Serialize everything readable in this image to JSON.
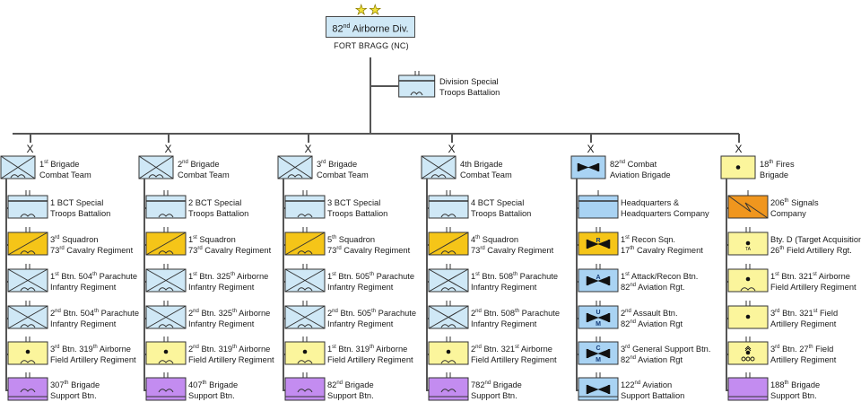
{
  "division": {
    "stars": "★★",
    "name_pre": "82",
    "name_sup": "nd",
    "name_post": " Airborne Div.",
    "location": "FORT BRAGG (NC)",
    "special_troops": {
      "line1": "Division Special",
      "line2": "Troops Battalion"
    }
  },
  "colors": {
    "infantry_blue": "#cfe8f6",
    "armor_yellow": "#f5c518",
    "artillery_yellow": "#fbf59c",
    "support_purple": "#c38cf0",
    "aviation_blue": "#a9d3f3",
    "signal_orange": "#f0961e",
    "line_gray": "#555555"
  },
  "echelon_brigade": "X",
  "columns": [
    {
      "brigade": {
        "type": "inf-airborne",
        "l1": [
          [
            "1",
            "st"
          ],
          [
            " Brigade",
            ""
          ]
        ],
        "l2": [
          [
            "Combat Team",
            ""
          ]
        ]
      },
      "units": [
        {
          "type": "stb",
          "l1": [
            [
              "1 BCT Special",
              ""
            ]
          ],
          "l2": [
            [
              "Troops Battalion",
              ""
            ]
          ]
        },
        {
          "type": "cav",
          "l1": [
            [
              "3",
              "rd"
            ],
            [
              " Squadron",
              ""
            ]
          ],
          "l2": [
            [
              "73",
              "rd"
            ],
            [
              " Cavalry Regiment",
              ""
            ]
          ]
        },
        {
          "type": "inf",
          "l1": [
            [
              "1",
              "st"
            ],
            [
              " Btn. 504",
              "th"
            ],
            [
              " Parachute",
              ""
            ]
          ],
          "l2": [
            [
              "Infantry Regiment",
              ""
            ]
          ]
        },
        {
          "type": "inf",
          "l1": [
            [
              "2",
              "nd"
            ],
            [
              " Btn. 504",
              "th"
            ],
            [
              " Parachute",
              ""
            ]
          ],
          "l2": [
            [
              "Infantry Regiment",
              ""
            ]
          ]
        },
        {
          "type": "fa",
          "l1": [
            [
              "3",
              "rd"
            ],
            [
              " Btn. 319",
              "th"
            ],
            [
              " Airborne",
              ""
            ]
          ],
          "l2": [
            [
              "Field Artillery Regiment",
              ""
            ]
          ]
        },
        {
          "type": "bsb",
          "l1": [
            [
              "307",
              "th"
            ],
            [
              " Brigade",
              ""
            ]
          ],
          "l2": [
            [
              "Support Btn.",
              ""
            ]
          ]
        }
      ]
    },
    {
      "brigade": {
        "type": "inf-airborne",
        "l1": [
          [
            "2",
            "nd"
          ],
          [
            " Brigade",
            ""
          ]
        ],
        "l2": [
          [
            "Combat Team",
            ""
          ]
        ]
      },
      "units": [
        {
          "type": "stb",
          "l1": [
            [
              "2 BCT Special",
              ""
            ]
          ],
          "l2": [
            [
              "Troops Battalion",
              ""
            ]
          ]
        },
        {
          "type": "cav",
          "l1": [
            [
              "1",
              "st"
            ],
            [
              " Squadron",
              ""
            ]
          ],
          "l2": [
            [
              "73",
              "rd"
            ],
            [
              " Cavalry Regiment",
              ""
            ]
          ]
        },
        {
          "type": "inf",
          "l1": [
            [
              "1",
              "st"
            ],
            [
              " Btn. 325",
              "th"
            ],
            [
              " Airborne",
              ""
            ]
          ],
          "l2": [
            [
              "Infantry Regiment",
              ""
            ]
          ]
        },
        {
          "type": "inf",
          "l1": [
            [
              "2",
              "nd"
            ],
            [
              " Btn. 325",
              "th"
            ],
            [
              " Airborne",
              ""
            ]
          ],
          "l2": [
            [
              "Infantry Regiment",
              ""
            ]
          ]
        },
        {
          "type": "fa",
          "l1": [
            [
              "2",
              "nd"
            ],
            [
              " Btn. 319",
              "th"
            ],
            [
              " Airborne",
              ""
            ]
          ],
          "l2": [
            [
              "Field Artillery Regiment",
              ""
            ]
          ]
        },
        {
          "type": "bsb",
          "l1": [
            [
              "407",
              "th"
            ],
            [
              " Brigade",
              ""
            ]
          ],
          "l2": [
            [
              "Support Btn.",
              ""
            ]
          ]
        }
      ]
    },
    {
      "brigade": {
        "type": "inf-airborne",
        "l1": [
          [
            "3",
            "rd"
          ],
          [
            " Brigade",
            ""
          ]
        ],
        "l2": [
          [
            "Combat Team",
            ""
          ]
        ]
      },
      "units": [
        {
          "type": "stb",
          "l1": [
            [
              "3 BCT Special",
              ""
            ]
          ],
          "l2": [
            [
              "Troops Battalion",
              ""
            ]
          ]
        },
        {
          "type": "cav",
          "l1": [
            [
              "5",
              "th"
            ],
            [
              " Squadron",
              ""
            ]
          ],
          "l2": [
            [
              "73",
              "rd"
            ],
            [
              " Cavalry Regiment",
              ""
            ]
          ]
        },
        {
          "type": "inf",
          "l1": [
            [
              "1",
              "st"
            ],
            [
              " Btn. 505",
              "th"
            ],
            [
              " Parachute",
              ""
            ]
          ],
          "l2": [
            [
              "Infantry Regiment",
              ""
            ]
          ]
        },
        {
          "type": "inf",
          "l1": [
            [
              "2",
              "nd"
            ],
            [
              " Btn. 505",
              "th"
            ],
            [
              " Parachute",
              ""
            ]
          ],
          "l2": [
            [
              "Infantry Regiment",
              ""
            ]
          ]
        },
        {
          "type": "fa",
          "l1": [
            [
              "1",
              "st"
            ],
            [
              " Btn. 319",
              "th"
            ],
            [
              " Airborne",
              ""
            ]
          ],
          "l2": [
            [
              "Field Artillery Regiment",
              ""
            ]
          ]
        },
        {
          "type": "bsb",
          "l1": [
            [
              "82",
              "nd"
            ],
            [
              " Brigade",
              ""
            ]
          ],
          "l2": [
            [
              "Support Btn.",
              ""
            ]
          ]
        }
      ]
    },
    {
      "brigade": {
        "type": "inf-airborne",
        "l1": [
          [
            "4th Brigade",
            ""
          ]
        ],
        "l2": [
          [
            "Combat Team",
            ""
          ]
        ]
      },
      "units": [
        {
          "type": "stb",
          "l1": [
            [
              "4 BCT Special",
              ""
            ]
          ],
          "l2": [
            [
              "Troops Battalion",
              ""
            ]
          ]
        },
        {
          "type": "cav",
          "l1": [
            [
              "4",
              "th"
            ],
            [
              " Squadron",
              ""
            ]
          ],
          "l2": [
            [
              "73",
              "rd"
            ],
            [
              " Cavalry Regiment",
              ""
            ]
          ]
        },
        {
          "type": "inf",
          "l1": [
            [
              "1",
              "st"
            ],
            [
              " Btn. 508",
              "th"
            ],
            [
              " Parachute",
              ""
            ]
          ],
          "l2": [
            [
              "Infantry Regiment",
              ""
            ]
          ]
        },
        {
          "type": "inf",
          "l1": [
            [
              "2",
              "nd"
            ],
            [
              " Btn. 508",
              "th"
            ],
            [
              " Parachute",
              ""
            ]
          ],
          "l2": [
            [
              "Infantry Regiment",
              ""
            ]
          ]
        },
        {
          "type": "fa",
          "l1": [
            [
              "2",
              "nd"
            ],
            [
              " Btn. 321",
              "st"
            ],
            [
              " Airborne",
              ""
            ]
          ],
          "l2": [
            [
              "Field Artillery Regiment",
              ""
            ]
          ]
        },
        {
          "type": "bsb",
          "l1": [
            [
              "782",
              "nd"
            ],
            [
              " Brigade",
              ""
            ]
          ],
          "l2": [
            [
              "Support Btn.",
              ""
            ]
          ]
        }
      ]
    },
    {
      "brigade": {
        "type": "avn",
        "l1": [
          [
            "82",
            "nd"
          ],
          [
            " Combat",
            ""
          ]
        ],
        "l2": [
          [
            "Aviation Brigade",
            ""
          ]
        ]
      },
      "units": [
        {
          "type": "hhc",
          "l1": [
            [
              "Headquarters &",
              ""
            ]
          ],
          "l2": [
            [
              "Headquarters Company",
              ""
            ]
          ]
        },
        {
          "type": "avn-r",
          "letter": "R",
          "l1": [
            [
              "1",
              "st"
            ],
            [
              " Recon Sqn.",
              ""
            ]
          ],
          "l2": [
            [
              "17",
              "th"
            ],
            [
              " Cavalry Regiment",
              ""
            ]
          ]
        },
        {
          "type": "avn-a",
          "letter": "A",
          "l1": [
            [
              "1",
              "st"
            ],
            [
              " Attack/Recon Btn.",
              ""
            ]
          ],
          "l2": [
            [
              "82",
              "nd"
            ],
            [
              " Aviation Rgt.",
              ""
            ]
          ]
        },
        {
          "type": "avn-um",
          "letter": "U",
          "letter2": "M",
          "l1": [
            [
              "2",
              "nd"
            ],
            [
              " Assault Btn.",
              ""
            ]
          ],
          "l2": [
            [
              "82",
              "nd"
            ],
            [
              " Aviation Rgt",
              ""
            ]
          ]
        },
        {
          "type": "avn-cm",
          "letter": "C",
          "letter2": "M",
          "l1": [
            [
              "3",
              "rd"
            ],
            [
              " General Support Btn.",
              ""
            ]
          ],
          "l2": [
            [
              "82",
              "nd"
            ],
            [
              " Aviation Rgt",
              ""
            ]
          ]
        },
        {
          "type": "avn-sb",
          "l1": [
            [
              "122",
              "nd"
            ],
            [
              " Aviation",
              ""
            ]
          ],
          "l2": [
            [
              "Support Battalion",
              ""
            ]
          ]
        }
      ]
    },
    {
      "brigade": {
        "type": "fires",
        "l1": [
          [
            "18",
            "th"
          ],
          [
            " Fires",
            ""
          ]
        ],
        "l2": [
          [
            "Brigade",
            ""
          ]
        ]
      },
      "units": [
        {
          "type": "sig",
          "l1": [
            [
              "206",
              "th"
            ],
            [
              " Signals",
              ""
            ]
          ],
          "l2": [
            [
              "Company",
              ""
            ]
          ]
        },
        {
          "type": "ta",
          "letter": "TA",
          "l1": [
            [
              "Bty. D (Target Acquisition)",
              ""
            ]
          ],
          "l2": [
            [
              "26",
              "th"
            ],
            [
              " Field Artillery Rgt.",
              ""
            ]
          ]
        },
        {
          "type": "fa",
          "l1": [
            [
              "1",
              "st"
            ],
            [
              " Btn. 321",
              "st"
            ],
            [
              " Airborne",
              ""
            ]
          ],
          "l2": [
            [
              "Field Artillery Regiment",
              ""
            ]
          ]
        },
        {
          "type": "fa-plain",
          "l1": [
            [
              "3",
              "rd"
            ],
            [
              " Btn. 321",
              "st"
            ],
            [
              " Field",
              ""
            ]
          ],
          "l2": [
            [
              "Artillery Regiment",
              ""
            ]
          ]
        },
        {
          "type": "fa-mlrs",
          "l1": [
            [
              "3",
              "rd"
            ],
            [
              " Btn. 27",
              "th"
            ],
            [
              " Field",
              ""
            ]
          ],
          "l2": [
            [
              "Artillery Regiment",
              ""
            ]
          ]
        },
        {
          "type": "bsb-plain",
          "l1": [
            [
              "188",
              "th"
            ],
            [
              " Brigade",
              ""
            ]
          ],
          "l2": [
            [
              "Support Btn.",
              ""
            ]
          ]
        }
      ]
    }
  ]
}
